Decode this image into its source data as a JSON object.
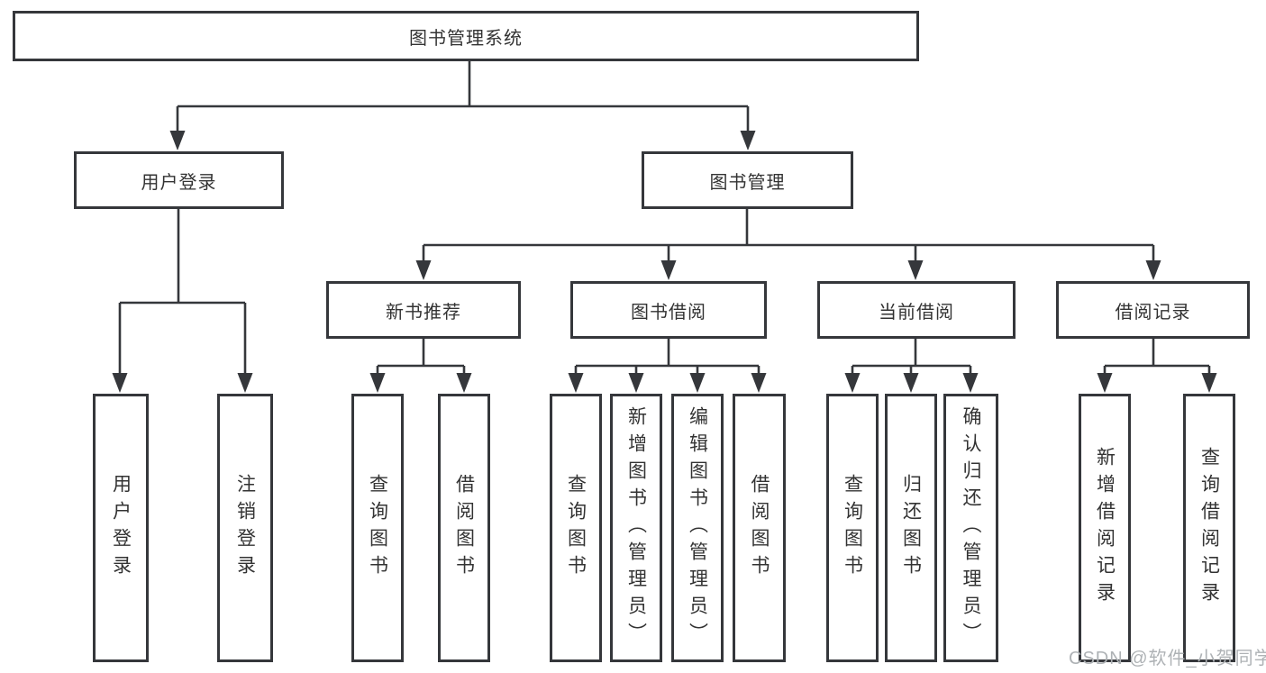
{
  "tree": {
    "root": {
      "label": "图书管理系统"
    },
    "branches": [
      {
        "label": "用户登录",
        "children": [
          {
            "label": "用户登录"
          },
          {
            "label": "注销登录"
          }
        ]
      },
      {
        "label": "图书管理",
        "children": [
          {
            "label": "新书推荐",
            "children": [
              {
                "label": "查询图书"
              },
              {
                "label": "借阅图书"
              }
            ]
          },
          {
            "label": "图书借阅",
            "children": [
              {
                "label": "查询图书"
              },
              {
                "label": "新增图书（管理员）"
              },
              {
                "label": "编辑图书（管理员）"
              },
              {
                "label": "借阅图书"
              }
            ]
          },
          {
            "label": "当前借阅",
            "children": [
              {
                "label": "查询图书"
              },
              {
                "label": "归还图书"
              },
              {
                "label": "确认归还（管理员）"
              }
            ]
          },
          {
            "label": "借阅记录",
            "children": [
              {
                "label": "新增借阅记录"
              },
              {
                "label": "查询借阅记录"
              }
            ]
          }
        ]
      }
    ]
  },
  "watermark": {
    "text": "CSDN @软件_小贺同学"
  },
  "colors": {
    "line": "#35373b",
    "text": "#333333",
    "watermark": "#aeb2b5",
    "background": "#ffffff"
  }
}
